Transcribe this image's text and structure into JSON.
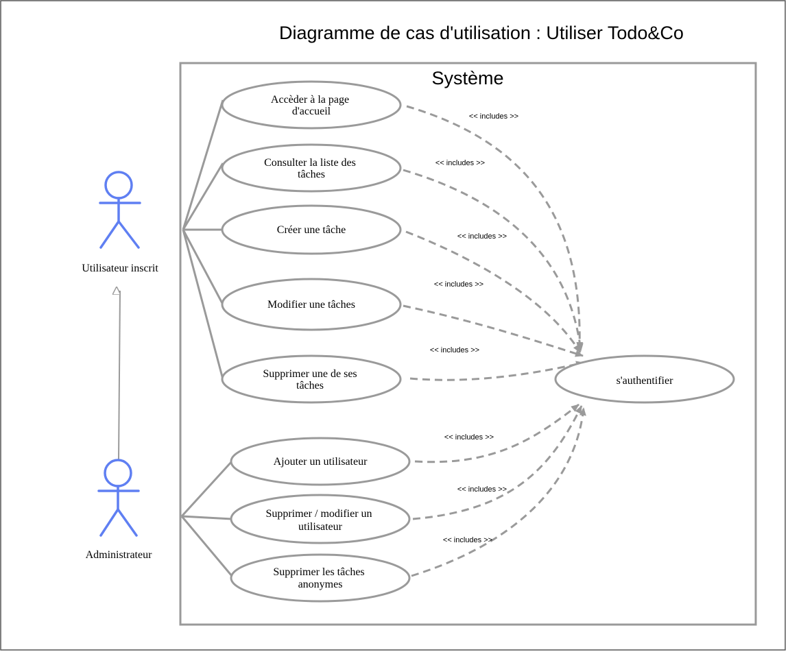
{
  "diagram": {
    "title": "Diagramme de cas d'utilisation : Utiliser Todo&Co",
    "system_label": "Système",
    "colors": {
      "line": "#9a9a9a",
      "actor": "#5f7ff2",
      "frame": "#555555",
      "text": "#000000"
    },
    "actors": [
      {
        "id": "user",
        "label": "Utilisateur inscrit"
      },
      {
        "id": "admin",
        "label": "Administrateur"
      }
    ],
    "use_cases": [
      {
        "id": "uc1",
        "lines": [
          "Accèder à la page",
          "d'accueil"
        ],
        "actor": "user"
      },
      {
        "id": "uc2",
        "lines": [
          "Consulter la liste des",
          "tâches"
        ],
        "actor": "user"
      },
      {
        "id": "uc3",
        "lines": [
          "Créer une tâche"
        ],
        "actor": "user"
      },
      {
        "id": "uc4",
        "lines": [
          "Modifier une tâches"
        ],
        "actor": "user"
      },
      {
        "id": "uc5",
        "lines": [
          "Supprimer une de ses",
          "tâches"
        ],
        "actor": "user"
      },
      {
        "id": "uc6",
        "lines": [
          "Ajouter un utilisateur"
        ],
        "actor": "admin"
      },
      {
        "id": "uc7",
        "lines": [
          "Supprimer / modifier un",
          "utilisateur"
        ],
        "actor": "admin"
      },
      {
        "id": "uc8",
        "lines": [
          "Supprimer les tâches",
          "anonymes"
        ],
        "actor": "admin"
      },
      {
        "id": "auth",
        "lines": [
          "s'authentifier"
        ],
        "actor": null
      }
    ],
    "includes_label": "<< includes >>",
    "include_relations": [
      {
        "from": "uc1",
        "to": "auth"
      },
      {
        "from": "uc2",
        "to": "auth"
      },
      {
        "from": "uc3",
        "to": "auth"
      },
      {
        "from": "uc4",
        "to": "auth"
      },
      {
        "from": "uc5",
        "to": "auth"
      },
      {
        "from": "uc6",
        "to": "auth"
      },
      {
        "from": "uc7",
        "to": "auth"
      },
      {
        "from": "uc8",
        "to": "auth"
      }
    ],
    "generalization": {
      "from": "admin",
      "to": "user"
    }
  }
}
